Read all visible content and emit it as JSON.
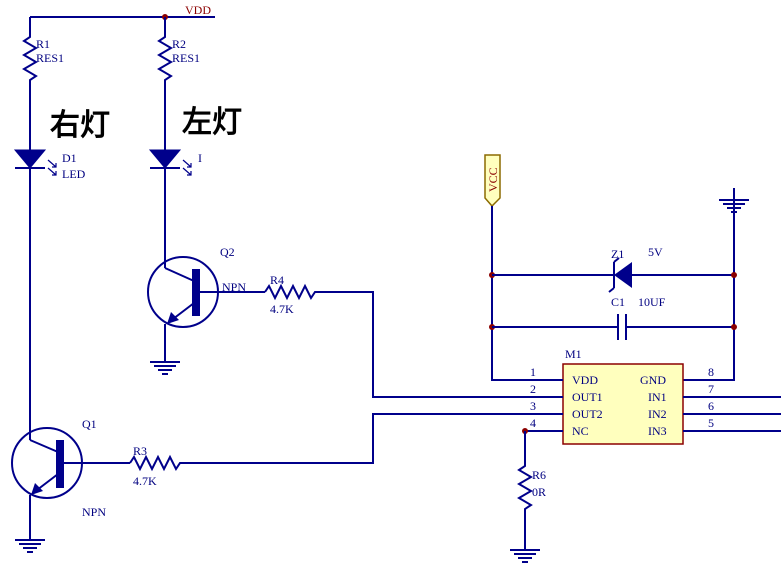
{
  "labels": {
    "vdd": "VDD",
    "vcc": "VCC",
    "right_lamp": "右灯",
    "left_lamp": "左灯"
  },
  "components": {
    "r1": {
      "designator": "R1",
      "value": "RES1"
    },
    "r2": {
      "designator": "R2",
      "value": "RES1"
    },
    "d1": {
      "designator": "D1",
      "value": "LED"
    },
    "d2": {
      "designator": "I"
    },
    "q1": {
      "designator": "Q1",
      "type": "NPN"
    },
    "q2": {
      "designator": "Q2",
      "type": "NPN"
    },
    "r3": {
      "designator": "R3",
      "value": "4.7K"
    },
    "r4": {
      "designator": "R4",
      "value": "4.7K"
    },
    "r6": {
      "designator": "R6",
      "value": "0R"
    },
    "z1": {
      "designator": "Z1",
      "value": "5V"
    },
    "c1": {
      "designator": "C1",
      "value": "10UF"
    },
    "m1": {
      "designator": "M1",
      "left_pins": [
        {
          "num": "1",
          "name": "VDD"
        },
        {
          "num": "2",
          "name": "OUT1"
        },
        {
          "num": "3",
          "name": "OUT2"
        },
        {
          "num": "4",
          "name": "NC"
        }
      ],
      "right_pins": [
        {
          "num": "8",
          "name": "GND"
        },
        {
          "num": "7",
          "name": "IN1"
        },
        {
          "num": "6",
          "name": "IN2"
        },
        {
          "num": "5",
          "name": "IN3"
        }
      ]
    }
  },
  "colors": {
    "wire": "#00008b",
    "junction": "#8b0000",
    "text": "#000080"
  }
}
